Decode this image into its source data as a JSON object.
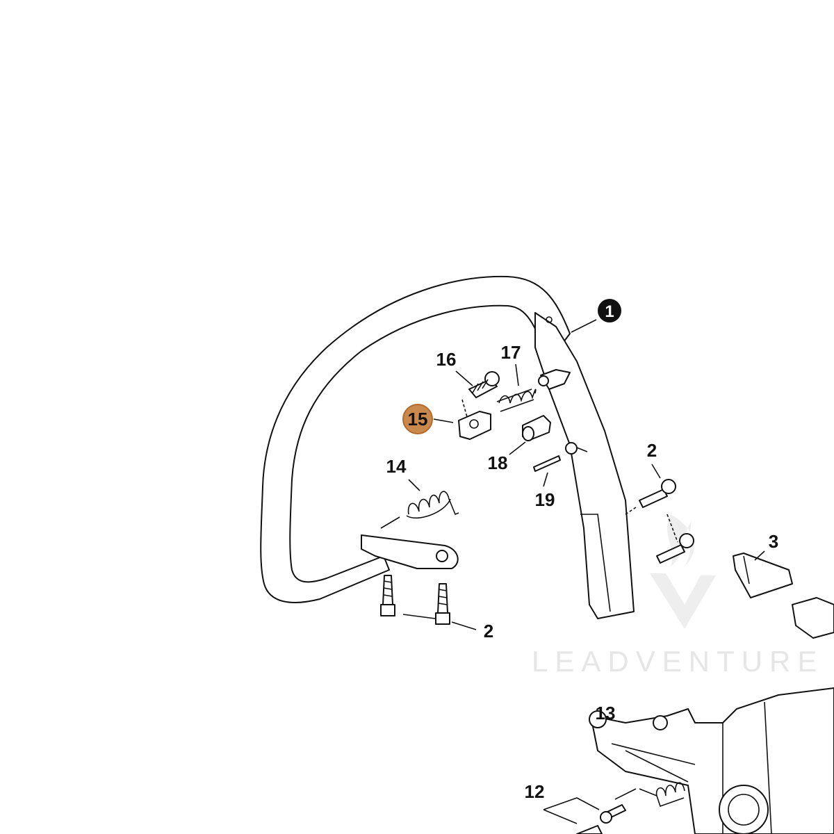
{
  "diagram": {
    "watermark": "LEADVENTURE",
    "highlight_color": "#c9894d",
    "callouts": [
      {
        "id": "c1",
        "label": "1",
        "style": "filled-circle"
      },
      {
        "id": "c2a",
        "label": "2",
        "style": "plain"
      },
      {
        "id": "c2b",
        "label": "2",
        "style": "plain"
      },
      {
        "id": "c3",
        "label": "3",
        "style": "plain"
      },
      {
        "id": "c12",
        "label": "12",
        "style": "plain"
      },
      {
        "id": "c13",
        "label": "13",
        "style": "plain"
      },
      {
        "id": "c14",
        "label": "14",
        "style": "plain"
      },
      {
        "id": "c15",
        "label": "15",
        "style": "highlighted"
      },
      {
        "id": "c16",
        "label": "16",
        "style": "plain"
      },
      {
        "id": "c17",
        "label": "17",
        "style": "plain"
      },
      {
        "id": "c18",
        "label": "18",
        "style": "plain"
      },
      {
        "id": "c19",
        "label": "19",
        "style": "plain"
      }
    ]
  }
}
